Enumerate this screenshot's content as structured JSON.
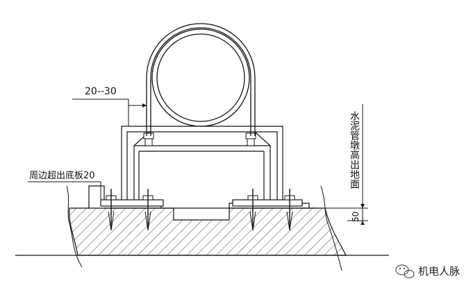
{
  "labels": {
    "gap_dimension": "20--30",
    "edge_margin": "周边超出底板20",
    "pier_height_note": "水泥管墩高出地面",
    "height_value": "50"
  },
  "watermark": {
    "text": "机电人脉"
  },
  "colors": {
    "line": "#111111",
    "hatch": "#333333",
    "background": "#ffffff"
  }
}
